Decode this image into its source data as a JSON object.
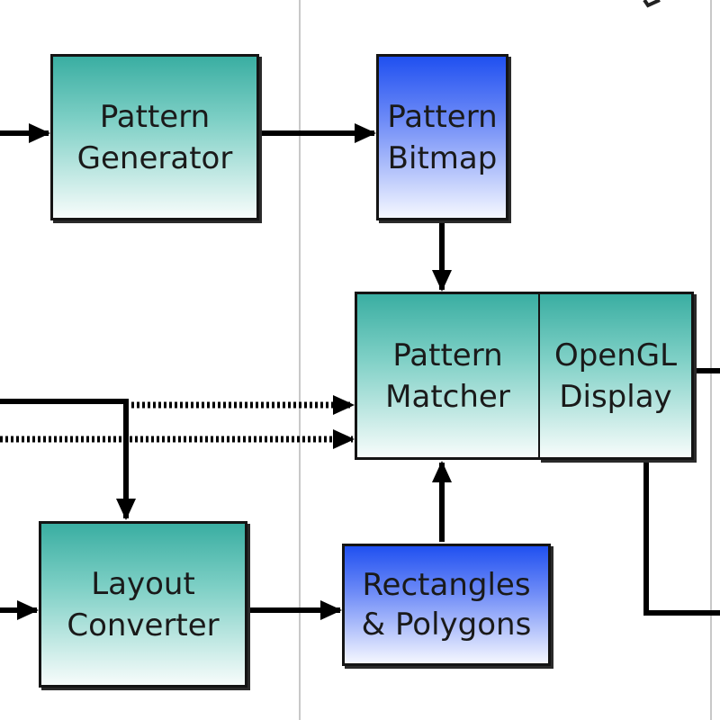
{
  "diagram": {
    "blocks": {
      "pattern_generator": {
        "line1": "Pattern",
        "line2": "Generator",
        "color": "teal"
      },
      "pattern_bitmap": {
        "line1": "Pattern",
        "line2": "Bitmap",
        "color": "blue"
      },
      "pattern_matcher": {
        "line1": "Pattern",
        "line2": "Matcher",
        "color": "teal"
      },
      "opengl_display": {
        "line1": "OpenGL",
        "line2": "Display",
        "color": "teal"
      },
      "layout_converter": {
        "line1": "Layout",
        "line2": "Converter",
        "color": "teal"
      },
      "rectangles_polygons": {
        "line1": "Rectangles",
        "line2": "& Polygons",
        "color": "blue"
      }
    },
    "connections": [
      {
        "from": "offscreen-left",
        "to": "pattern_generator",
        "style": "solid"
      },
      {
        "from": "pattern_generator",
        "to": "pattern_bitmap",
        "style": "solid"
      },
      {
        "from": "pattern_bitmap",
        "to": "pattern_matcher",
        "style": "solid"
      },
      {
        "from": "offscreen-left",
        "to": "layout_converter",
        "style": "solid"
      },
      {
        "from": "offscreen-left",
        "to": "pattern_matcher",
        "style": "dashed"
      },
      {
        "from": "offscreen-left",
        "to": "pattern_matcher",
        "style": "dashed"
      },
      {
        "from": "layout_converter",
        "to": "rectangles_polygons",
        "style": "solid"
      },
      {
        "from": "rectangles_polygons",
        "to": "pattern_matcher",
        "style": "solid"
      },
      {
        "from": "opengl_display",
        "to": "offscreen-right",
        "style": "solid"
      }
    ],
    "colors": {
      "teal_top": "#3aaea2",
      "blue_top": "#2050f0",
      "line": "#000000",
      "lane_divider": "#c8c8c8"
    }
  }
}
